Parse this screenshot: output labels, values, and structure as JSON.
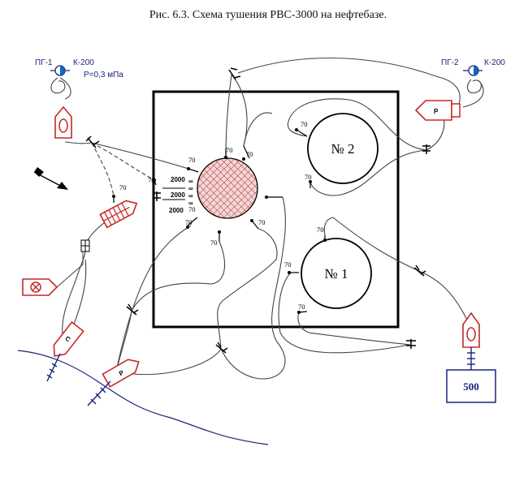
{
  "caption": "Рис. 6.3. Схема тушения  РВС-3000 на нефтебазе.",
  "hydrant_left": {
    "pg": "ПГ-1",
    "k": "К-200",
    "pressure": "P=0,3 мПа"
  },
  "hydrant_right": {
    "pg": "ПГ-2",
    "k": "К-200"
  },
  "tank_2": "№ 2",
  "tank_1": "№ 1",
  "reservoir": "500",
  "truck_c": "С",
  "truck_p": "Р",
  "truck_p_right": "Р",
  "foam": {
    "v1": "2000",
    "v2": "2000",
    "v3": "2000"
  },
  "nozzle_labels": [
    "70",
    "70",
    "70",
    "70",
    "70",
    "70",
    "70",
    "70",
    "70",
    "70",
    "70",
    "70",
    "70",
    "70"
  ],
  "colors": {
    "fire_truck": "#c62828",
    "hydrant": "#1565c0",
    "labels": "#1a237e",
    "burning_tank": "#d9a0a0"
  }
}
